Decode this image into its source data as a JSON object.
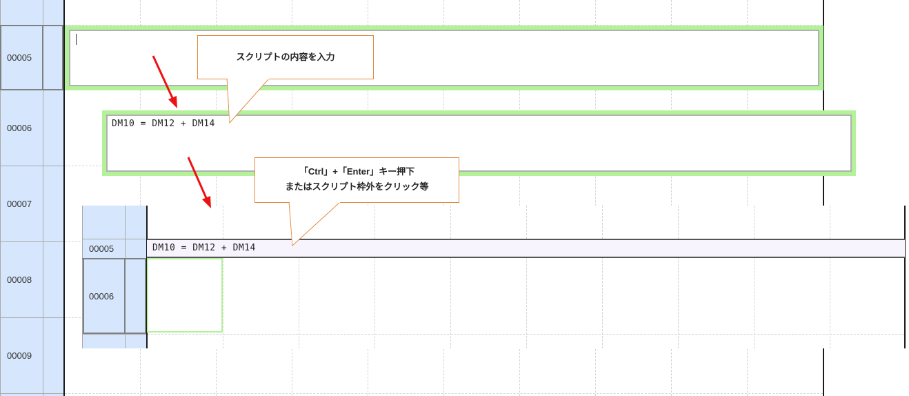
{
  "editor": {
    "rows": [
      {
        "number": "00005",
        "selected": true
      },
      {
        "number": "00006"
      },
      {
        "number": "00007"
      },
      {
        "number": "00008"
      },
      {
        "number": "00009"
      }
    ],
    "script_box_empty": {
      "text": ""
    },
    "script_box_filled": {
      "text": "DM10 = DM12 + DM14"
    }
  },
  "callouts": {
    "input": {
      "line1": "スクリプトの内容を入力"
    },
    "commit": {
      "line1": "「Ctrl」+「Enter」キー押下",
      "line2": "またはスクリプト枠外をクリック等"
    }
  },
  "inset": {
    "rows": [
      {
        "number": "00005",
        "script": "DM10 = DM12 + DM14"
      },
      {
        "number": "00006",
        "selected": true
      }
    ]
  },
  "colors": {
    "gutter": "#d6e6fc",
    "script_highlight": "#b4f29a",
    "callout_border": "#e08a3e",
    "arrow": "#ee1111",
    "committed_row_bg": "#f8f4fd"
  }
}
